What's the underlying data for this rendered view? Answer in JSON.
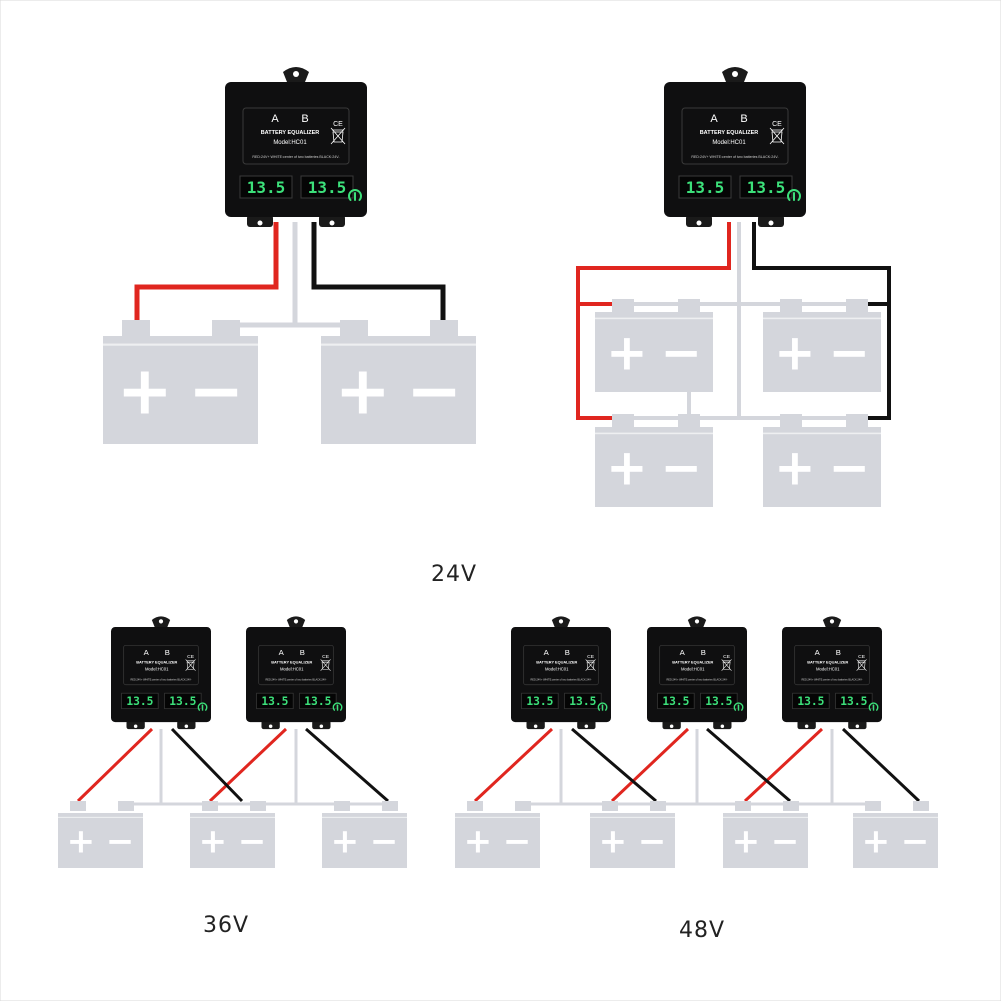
{
  "device": {
    "channel_a": "A",
    "channel_b": "B",
    "title": "BATTERY EQUALIZER",
    "model": "Model:HC01",
    "wiring_note": "RED:24V+  WHITE:center of two batteries  BLACK:24V-",
    "reading_a": "13.5",
    "reading_b": "13.5",
    "power_icon": "power-icon",
    "cert_icon": "ce-mark"
  },
  "battery": {
    "plus": "+",
    "minus": "−"
  },
  "labels": {
    "v24": "24V",
    "v36": "36V",
    "v48": "48V"
  },
  "colors": {
    "wire_positive": "#e0261f",
    "wire_negative": "#111111",
    "wire_center": "#d4d6dc",
    "battery_fill": "#d4d6dc",
    "device_body": "#0f0f10",
    "display_text": "#3ce07a"
  },
  "diagrams": [
    {
      "id": "24v-two-battery",
      "devices": 1,
      "batteries": 2
    },
    {
      "id": "24v-four-battery",
      "devices": 1,
      "batteries": 4
    },
    {
      "id": "36v",
      "devices": 2,
      "batteries": 3
    },
    {
      "id": "48v",
      "devices": 3,
      "batteries": 4
    }
  ]
}
